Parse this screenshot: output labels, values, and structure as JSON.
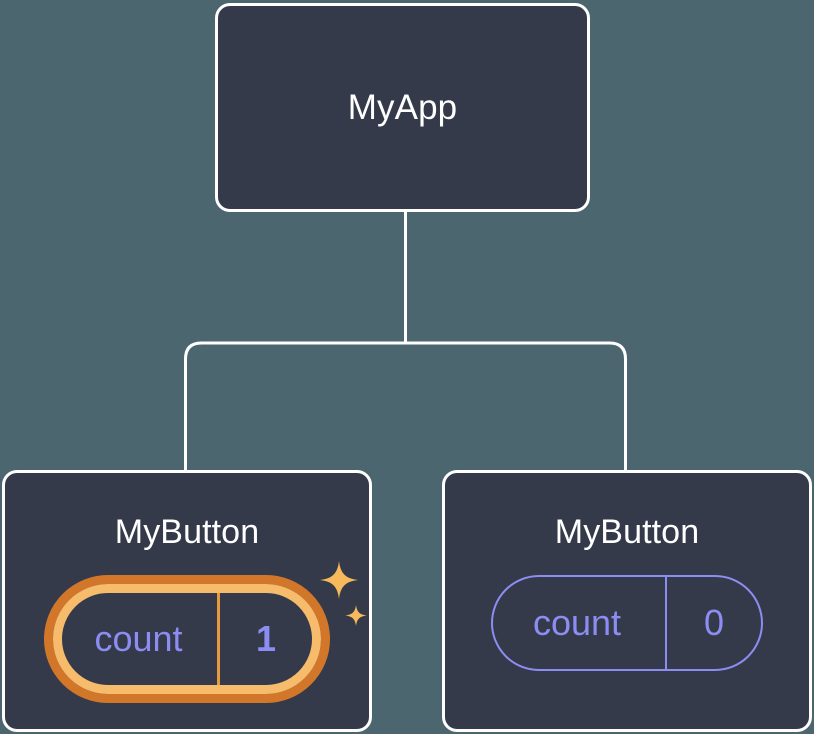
{
  "theme": {
    "canvas_bg": "#4c666f",
    "node_fill": "#343a49",
    "node_border": "#ffffff",
    "connector": "#ffffff",
    "title_text": "#ffffff",
    "state_accent": "#8c8df2",
    "highlight_outer": "#d2772a",
    "highlight_inner": "#f6bb6b",
    "sparkle": "#f7b95c"
  },
  "diagram": {
    "type": "component-tree",
    "root": {
      "name": "root-node",
      "title": "MyApp"
    },
    "children": [
      {
        "name": "child-node-left",
        "title": "MyButton",
        "state": {
          "key": "count",
          "value": "1",
          "highlighted": true
        },
        "sparkles": [
          "sparkle-large",
          "sparkle-small"
        ]
      },
      {
        "name": "child-node-right",
        "title": "MyButton",
        "state": {
          "key": "count",
          "value": "0",
          "highlighted": false
        },
        "sparkles": []
      }
    ]
  }
}
